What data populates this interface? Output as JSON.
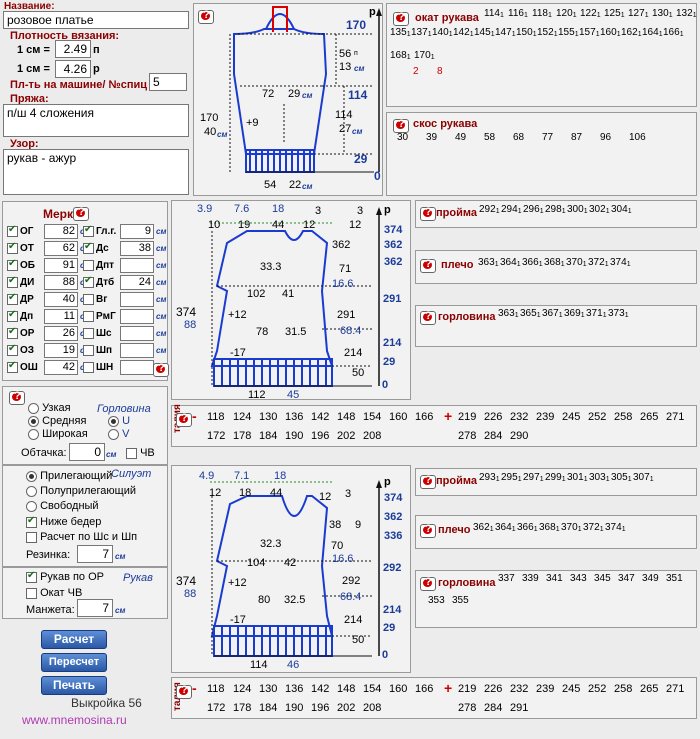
{
  "header": {
    "name_label": "Название:",
    "name_value": "розовое платье",
    "density_label": "Плотность вязания:",
    "cm1": "1 см =",
    "loops_val": "2.49",
    "loops_unit": "п",
    "rows_val": "4.26",
    "rows_unit": "р",
    "machine_label": "Пл-ть на машине/ №спиц",
    "machine_val": "5",
    "yarn_label": "Пряжа:",
    "yarn_val": "п/ш 4 сложения",
    "pattern_label": "Узор:",
    "pattern_val": "рукав - ажур"
  },
  "sleeve": {
    "r_label": "р",
    "n170": "170",
    "n56": "56",
    "unit_p": "п",
    "n13": "13",
    "n72": "72",
    "n29": "29",
    "n114": "114",
    "n9": "+9",
    "n170b": "170",
    "n40": "40",
    "n114b": "114",
    "n27": "27",
    "n29b": "29",
    "n0": "0",
    "n54": "54",
    "n22": "22",
    "cm": "см"
  },
  "okat": {
    "title": "окат рукава",
    "row1": [
      "114",
      "116",
      "118",
      "120",
      "122",
      "125",
      "127",
      "130",
      "132"
    ],
    "row2": [
      "135",
      "137",
      "140",
      "142",
      "145",
      "147",
      "150",
      "152",
      "155",
      "157",
      "160",
      "162",
      "164",
      "166"
    ],
    "row3": [
      "168",
      "170"
    ],
    "n2": "2",
    "n8": "8"
  },
  "skos": {
    "title": "скос рукава",
    "vals": [
      "30",
      "39",
      "49",
      "58",
      "68",
      "77",
      "87",
      "96",
      "106"
    ]
  },
  "merki": {
    "title": "Мерки:",
    "items": [
      {
        "l": "ОГ",
        "v": "82",
        "c": true
      },
      {
        "l": "Гл.г.",
        "v": "9",
        "c": true
      },
      {
        "l": "ОТ",
        "v": "62",
        "c": true
      },
      {
        "l": "Дс",
        "v": "38",
        "c": true
      },
      {
        "l": "ОБ",
        "v": "91",
        "c": true
      },
      {
        "l": "Дпт",
        "v": "",
        "c": false
      },
      {
        "l": "ДИ",
        "v": "88",
        "c": true
      },
      {
        "l": "Дтб",
        "v": "24",
        "c": true
      },
      {
        "l": "ДР",
        "v": "40",
        "c": true
      },
      {
        "l": "Вг",
        "v": "",
        "c": false
      },
      {
        "l": "Дп",
        "v": "11",
        "c": true
      },
      {
        "l": "РмГ",
        "v": "",
        "c": false
      },
      {
        "l": "ОР",
        "v": "26",
        "c": true
      },
      {
        "l": "Шс",
        "v": "",
        "c": false
      },
      {
        "l": "ОЗ",
        "v": "19",
        "c": true
      },
      {
        "l": "Шп",
        "v": "",
        "c": false
      },
      {
        "l": "ОШ",
        "v": "42",
        "c": true
      },
      {
        "l": "ШН",
        "v": "",
        "c": false
      }
    ],
    "cm": "см"
  },
  "neck": {
    "title": "Горловина",
    "opts": [
      "Узкая",
      "Средняя",
      "Широкая"
    ],
    "u": "U",
    "v": "V",
    "obtachka": "Обтачка:",
    "obt_val": "0",
    "cm": "см",
    "chv": "ЧВ"
  },
  "silhouette": {
    "title": "Силуэт",
    "opts": [
      "Прилегающий",
      "Полуприлегающий",
      "Свободный"
    ],
    "below_hips": "Ниже бедер",
    "calc": "Расчет по Шс и Шп",
    "rezinka": "Резинка:",
    "rez_val": "7",
    "cm": "см"
  },
  "rukav": {
    "title": "Рукав",
    "by_or": "Рукав по ОР",
    "okat": "Окат ЧВ",
    "manzheta": "Манжета:",
    "man_val": "7",
    "cm": "см"
  },
  "buttons": {
    "calc": "Расчет",
    "recalc": "Пересчет",
    "print": "Печать"
  },
  "footer": {
    "title": "Выкройка 56",
    "url": "www.mnemosina.ru"
  },
  "back": {
    "a": "3.9",
    "b": "7.6",
    "c": "18",
    "d": "3",
    "e": "3",
    "n10": "10",
    "n19": "19",
    "n44": "44",
    "n12": "12",
    "n12b": "12",
    "n374": "374",
    "n362": "362",
    "n362b": "362",
    "n71": "71",
    "n33": "33.3",
    "n166": "16.6",
    "n102": "102",
    "n41": "41",
    "n291": "291",
    "n374b": "374",
    "n88": "88",
    "n12c": "+12",
    "n78": "78",
    "n315": "31.5",
    "n684": "68.4",
    "n291b": "291",
    "n214": "214",
    "n17": "-17",
    "n214b": "214",
    "n29": "29",
    "n50": "50",
    "n0": "0",
    "n112": "112",
    "n45": "45"
  },
  "front": {
    "a": "4.9",
    "b": "7.1",
    "c": "18",
    "d": "3",
    "n12": "12",
    "n18": "18",
    "n44": "44",
    "n12b": "12",
    "n374": "374",
    "n362": "362",
    "n38": "38",
    "n9": "9",
    "n336": "336",
    "n323": "32.3",
    "n70": "70",
    "n166": "16.6",
    "n104": "104",
    "n42": "42",
    "n292": "292",
    "n374b": "374",
    "n88": "88",
    "n12c": "+12",
    "n292b": "292",
    "n80": "80",
    "n325": "32.5",
    "n684": "68.4",
    "n214": "214",
    "n17": "-17",
    "n214b": "214",
    "n29": "29",
    "n50": "50",
    "n0": "0",
    "n114": "114",
    "n46": "46"
  },
  "proima1": {
    "title": "пройма",
    "vals": [
      "292",
      "294",
      "296",
      "298",
      "300",
      "302",
      "304"
    ]
  },
  "plecho1": {
    "title": "плечо",
    "vals": [
      "363",
      "364",
      "366",
      "368",
      "370",
      "372",
      "374"
    ]
  },
  "gorl1": {
    "title": "горловина",
    "vals": [
      "363",
      "365",
      "367",
      "369",
      "371",
      "373"
    ]
  },
  "proima2": {
    "title": "пройма",
    "vals": [
      "293",
      "295",
      "297",
      "299",
      "301",
      "303",
      "305",
      "307"
    ]
  },
  "plecho2": {
    "title": "плечо",
    "vals": [
      "362",
      "364",
      "366",
      "368",
      "370",
      "372",
      "374"
    ]
  },
  "gorl2": {
    "title": "горловина",
    "vals": [
      "337",
      "339",
      "341",
      "343",
      "345",
      "347",
      "349",
      "351",
      "353",
      "355"
    ]
  },
  "talia1": {
    "title": "талия",
    "minus": "-",
    "plus": "+",
    "neg": [
      "118",
      "124",
      "130",
      "136",
      "142",
      "148",
      "154",
      "160",
      "166"
    ],
    "neg2": [
      "172",
      "178",
      "184",
      "190",
      "196",
      "202",
      "208"
    ],
    "pos": [
      "219",
      "226",
      "232",
      "239",
      "245",
      "252",
      "258",
      "265",
      "271"
    ],
    "pos2": [
      "278",
      "284",
      "290"
    ]
  },
  "talia2": {
    "title": "талия",
    "minus": "-",
    "plus": "+",
    "neg": [
      "118",
      "124",
      "130",
      "136",
      "142",
      "148",
      "154",
      "160",
      "166"
    ],
    "neg2": [
      "172",
      "178",
      "184",
      "190",
      "196",
      "202",
      "208"
    ],
    "pos": [
      "219",
      "226",
      "232",
      "239",
      "245",
      "252",
      "258",
      "265",
      "271"
    ],
    "pos2": [
      "278",
      "284",
      "291"
    ]
  }
}
